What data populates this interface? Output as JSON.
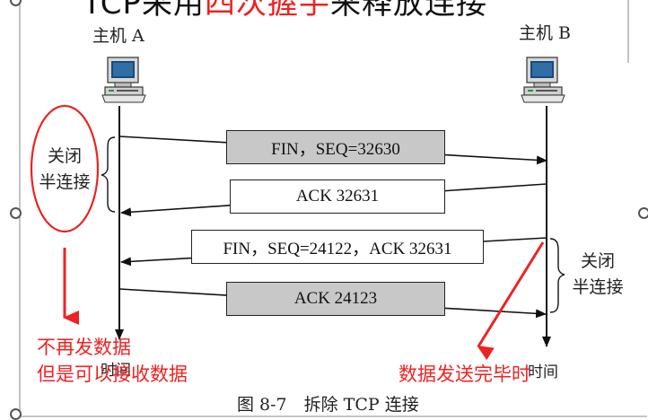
{
  "top_banner": {
    "text_a": "TCP采用",
    "text_highlight": "四次握手",
    "text_b": "来释放连接"
  },
  "hosts": {
    "a_label": "主机 A",
    "b_label": "主机 B"
  },
  "messages": [
    {
      "text": "FIN，SEQ=32630",
      "style": "gray",
      "direction": "a-to-b"
    },
    {
      "text": "ACK 32631",
      "style": "white",
      "direction": "b-to-a"
    },
    {
      "text": "FIN，SEQ=24122，ACK 32631",
      "style": "white",
      "direction": "b-to-a"
    },
    {
      "text": "ACK 24123",
      "style": "gray",
      "direction": "a-to-b"
    }
  ],
  "left_note": {
    "line1": "关闭",
    "line2": "半连接"
  },
  "right_note": {
    "line1": "关闭",
    "line2": "半连接"
  },
  "time_label_a": "时间",
  "time_label_b": "时间",
  "annotation_left": {
    "line1": "不再发数据",
    "line2": "但是可以接收数据"
  },
  "annotation_right": "数据发送完毕时",
  "caption": "图 8-7　拆除 TCP 连接",
  "colors": {
    "annotation_red": "#ee2222",
    "gray_box": "#c8c8c8",
    "line": "#111111"
  },
  "icons": [
    "computer-icon"
  ]
}
